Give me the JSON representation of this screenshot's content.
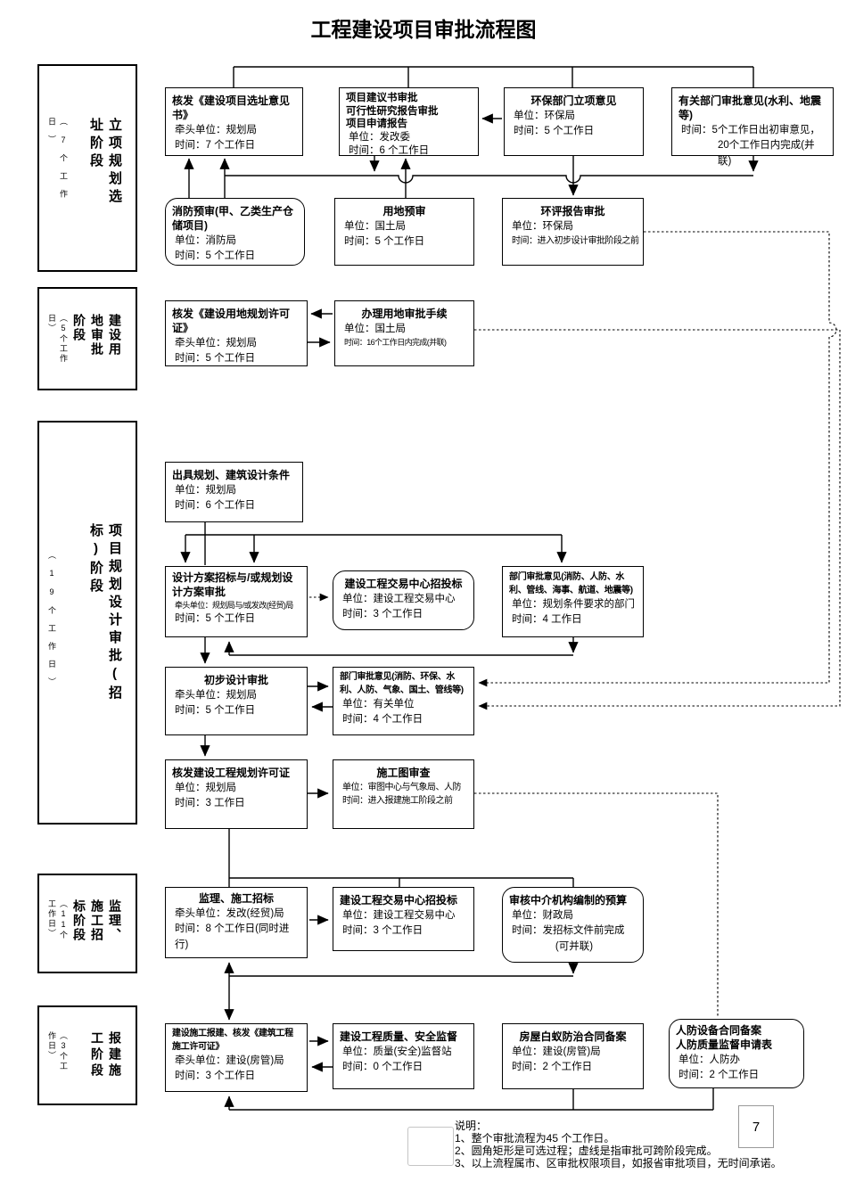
{
  "title": "工程建设项目审批流程图",
  "page_number": "7",
  "stages": [
    {
      "name": "立项规划选址阶段",
      "duration": "（7个工作日）"
    },
    {
      "name": "建设用地审批阶段",
      "duration": "（5个工作日）"
    },
    {
      "name": "项目规划设计审批(招标)阶段",
      "duration": "（19个工作日）"
    },
    {
      "name": "监理、施工招标阶段",
      "duration": "（11个工作日）"
    },
    {
      "name": "报建施工阶段",
      "duration": "（3个工作日）"
    }
  ],
  "boxes": {
    "a1": {
      "title": "核发《建设项目选址意见书》",
      "unit": "牵头单位：规划局",
      "time": "时间：7 个工作日"
    },
    "a2": {
      "title": "项目建议书审批",
      "title2": "可行性研究报告审批",
      "title3": "项目申请报告",
      "unit": "单位：发改委",
      "time": "时间：6 个工作日"
    },
    "a3": {
      "title": "环保部门立项意见",
      "unit": "单位：环保局",
      "time": "时间：5 个工作日"
    },
    "a4": {
      "title": "有关部门审批意见(水利、地震等)",
      "time": "时间：5个工作日出初审意见，",
      "time2": "20个工作日内完成(并联)"
    },
    "b1": {
      "title": "消防预审(甲、乙类生产仓储项目)",
      "unit": "单位：消防局",
      "time": "时间：5 个工作日"
    },
    "b2": {
      "title": "用地预审",
      "unit": "单位：国土局",
      "time": "时间：5 个工作日"
    },
    "b3": {
      "title": "环评报告审批",
      "unit": "单位：环保局",
      "time": "时间：进入初步设计审批阶段之前"
    },
    "c1": {
      "title": "核发《建设用地规划许可证》",
      "unit": "牵头单位：规划局",
      "time": "时间：5 个工作日"
    },
    "c2": {
      "title": "办理用地审批手续",
      "unit": "单位：国土局",
      "time": "时间：16个工作日内完成(并联)"
    },
    "d1": {
      "title": "出具规划、建筑设计条件",
      "unit": "单位：规划局",
      "time": "时间：6 个工作日"
    },
    "d2": {
      "title": "设计方案招标与/或规划设计方案审批",
      "unit": "牵头单位：规划局与/或发改(经贸)局",
      "time": "时间：5 个工作日"
    },
    "d3": {
      "title": "建设工程交易中心招投标",
      "unit": "单位：建设工程交易中心",
      "time": "时间：3 个工作日"
    },
    "d4": {
      "title": "部门审批意见(消防、人防、水利、管线、海事、航道、地震等)",
      "unit": "单位：规划条件要求的部门",
      "time": "时间：4 工作日"
    },
    "d5": {
      "title": "初步设计审批",
      "unit": "牵头单位：规划局",
      "time": "时间：5 个工作日"
    },
    "d6": {
      "title": "部门审批意见(消防、环保、水利、人防、气象、国土、管线等)",
      "unit": "单位：有关单位",
      "time": "时间：4 个工作日"
    },
    "d7": {
      "title": "核发建设工程规划许可证",
      "unit": "单位：规划局",
      "time": "时间：3 工作日"
    },
    "d8": {
      "title": "施工图审查",
      "unit": "单位：审图中心与气象局、人防",
      "time": "时间：进入报建施工阶段之前"
    },
    "e1": {
      "title": "监理、施工招标",
      "unit": "牵头单位：发改(经贸)局",
      "time": "时间：8 个工作日(同时进行)"
    },
    "e2": {
      "title": "建设工程交易中心招投标",
      "unit": "单位：建设工程交易中心",
      "time": "时间：3 个工作日"
    },
    "e3": {
      "title": "审核中介机构编制的预算",
      "unit": "单位：财政局",
      "time": "时间：发招标文件前完成",
      "time2": "(可并联)"
    },
    "f1": {
      "title": "建设施工报建、核发《建筑工程施工许可证》",
      "unit": "牵头单位：建设(房管)局",
      "time": "时间：3 个工作日"
    },
    "f2": {
      "title": "建设工程质量、安全监督",
      "unit": "单位：质量(安全)监督站",
      "time": "时间：0 个工作日"
    },
    "f3": {
      "title": "房屋白蚁防治合同备案",
      "unit": "单位：建设(房管)局",
      "time": "时间：2 个工作日"
    },
    "f4": {
      "title": "人防设备合同备案",
      "title2": "人防质量监督申请表",
      "unit": "单位：人防办",
      "time": "时间：2 个工作日"
    }
  },
  "legend": {
    "heading": "说明：",
    "items": [
      "1、整个审批流程为45 个工作日。",
      "2、圆角矩形是可选过程；虚线是指审批可跨阶段完成。",
      "3、以上流程属市、区审批权限项目，如报省审批项目，无时间承诺。"
    ]
  }
}
